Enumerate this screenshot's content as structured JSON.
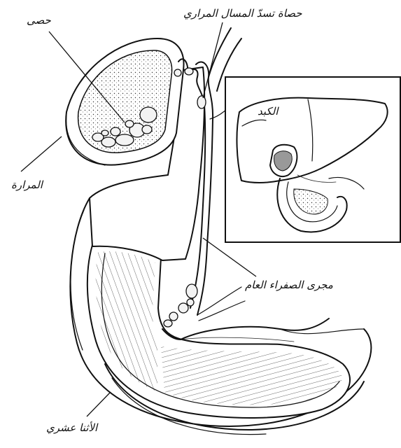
{
  "labels": {
    "gallstones": "حصى",
    "cystic_duct_stone": "حصاة تسدّ المسال المراري",
    "liver": "الكبد",
    "gallbladder": "المرارة",
    "common_bile_duct": "مجرى الصفراء العام",
    "duodenum": "الأثنا عشري"
  }
}
